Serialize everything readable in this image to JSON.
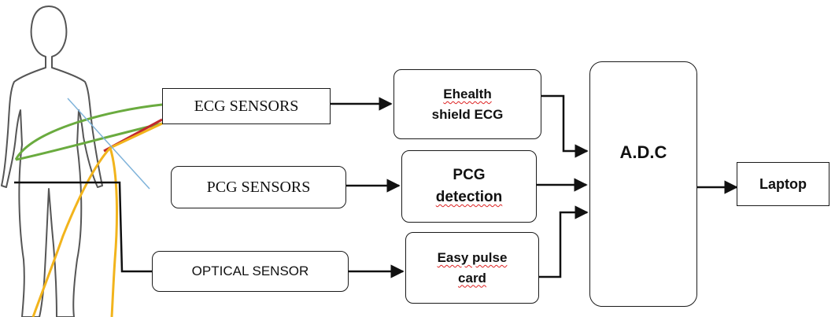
{
  "diagram": {
    "sensors": {
      "ecg": "ECG SENSORS",
      "pcg": "PCG SENSORS",
      "optical": "OPTICAL SENSOR"
    },
    "processors": {
      "ehealth_line1": "Ehealth",
      "ehealth_line2": "shield ECG",
      "pcg_line1": "PCG",
      "pcg_line2": "detection",
      "pulse_line1": "Easy pulse",
      "pulse_line2": "card"
    },
    "converter": "A.D.C",
    "output": "Laptop"
  },
  "colors": {
    "green_wire": "#6aab3f",
    "red_wire": "#c0282d",
    "yellow_wire": "#f2b41c",
    "blue_wire": "#7fb3da",
    "black_wire": "#111111"
  }
}
